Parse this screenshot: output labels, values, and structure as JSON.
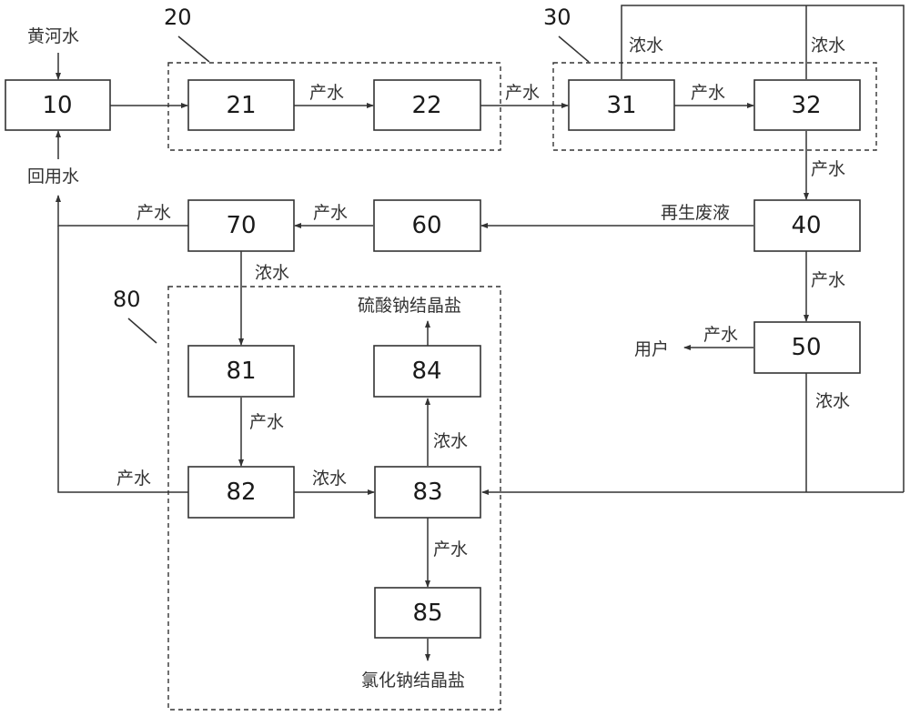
{
  "groups": {
    "g20": "20",
    "g30": "30",
    "g80": "80"
  },
  "units": {
    "u10": "10",
    "u21": "21",
    "u22": "22",
    "u31": "31",
    "u32": "32",
    "u40": "40",
    "u50": "50",
    "u60": "60",
    "u70": "70",
    "u81": "81",
    "u82": "82",
    "u83": "83",
    "u84": "84",
    "u85": "85"
  },
  "labels": {
    "yellow_river_water": "黄河水",
    "reuse_water": "回用水",
    "product_water_21_22": "产水",
    "product_water_22_31": "产水",
    "product_water_31_32": "产水",
    "concentrate_31": "浓水",
    "concentrate_32": "浓水",
    "product_water_32_40": "产水",
    "regeneration_waste": "再生废液",
    "product_water_40_50": "产水",
    "product_water_50_user": "产水",
    "user": "用户",
    "concentrate_50": "浓水",
    "product_water_60_70": "产水",
    "product_water_70_reuse": "产水",
    "concentrate_70": "浓水",
    "product_water_81_82": "产水",
    "product_water_82_reuse": "产水",
    "concentrate_82_83": "浓水",
    "concentrate_83_84": "浓水",
    "product_water_83_85": "产水",
    "sodium_sulfate_salt": "硫酸钠结晶盐",
    "sodium_chloride_salt": "氯化钠结晶盐"
  }
}
